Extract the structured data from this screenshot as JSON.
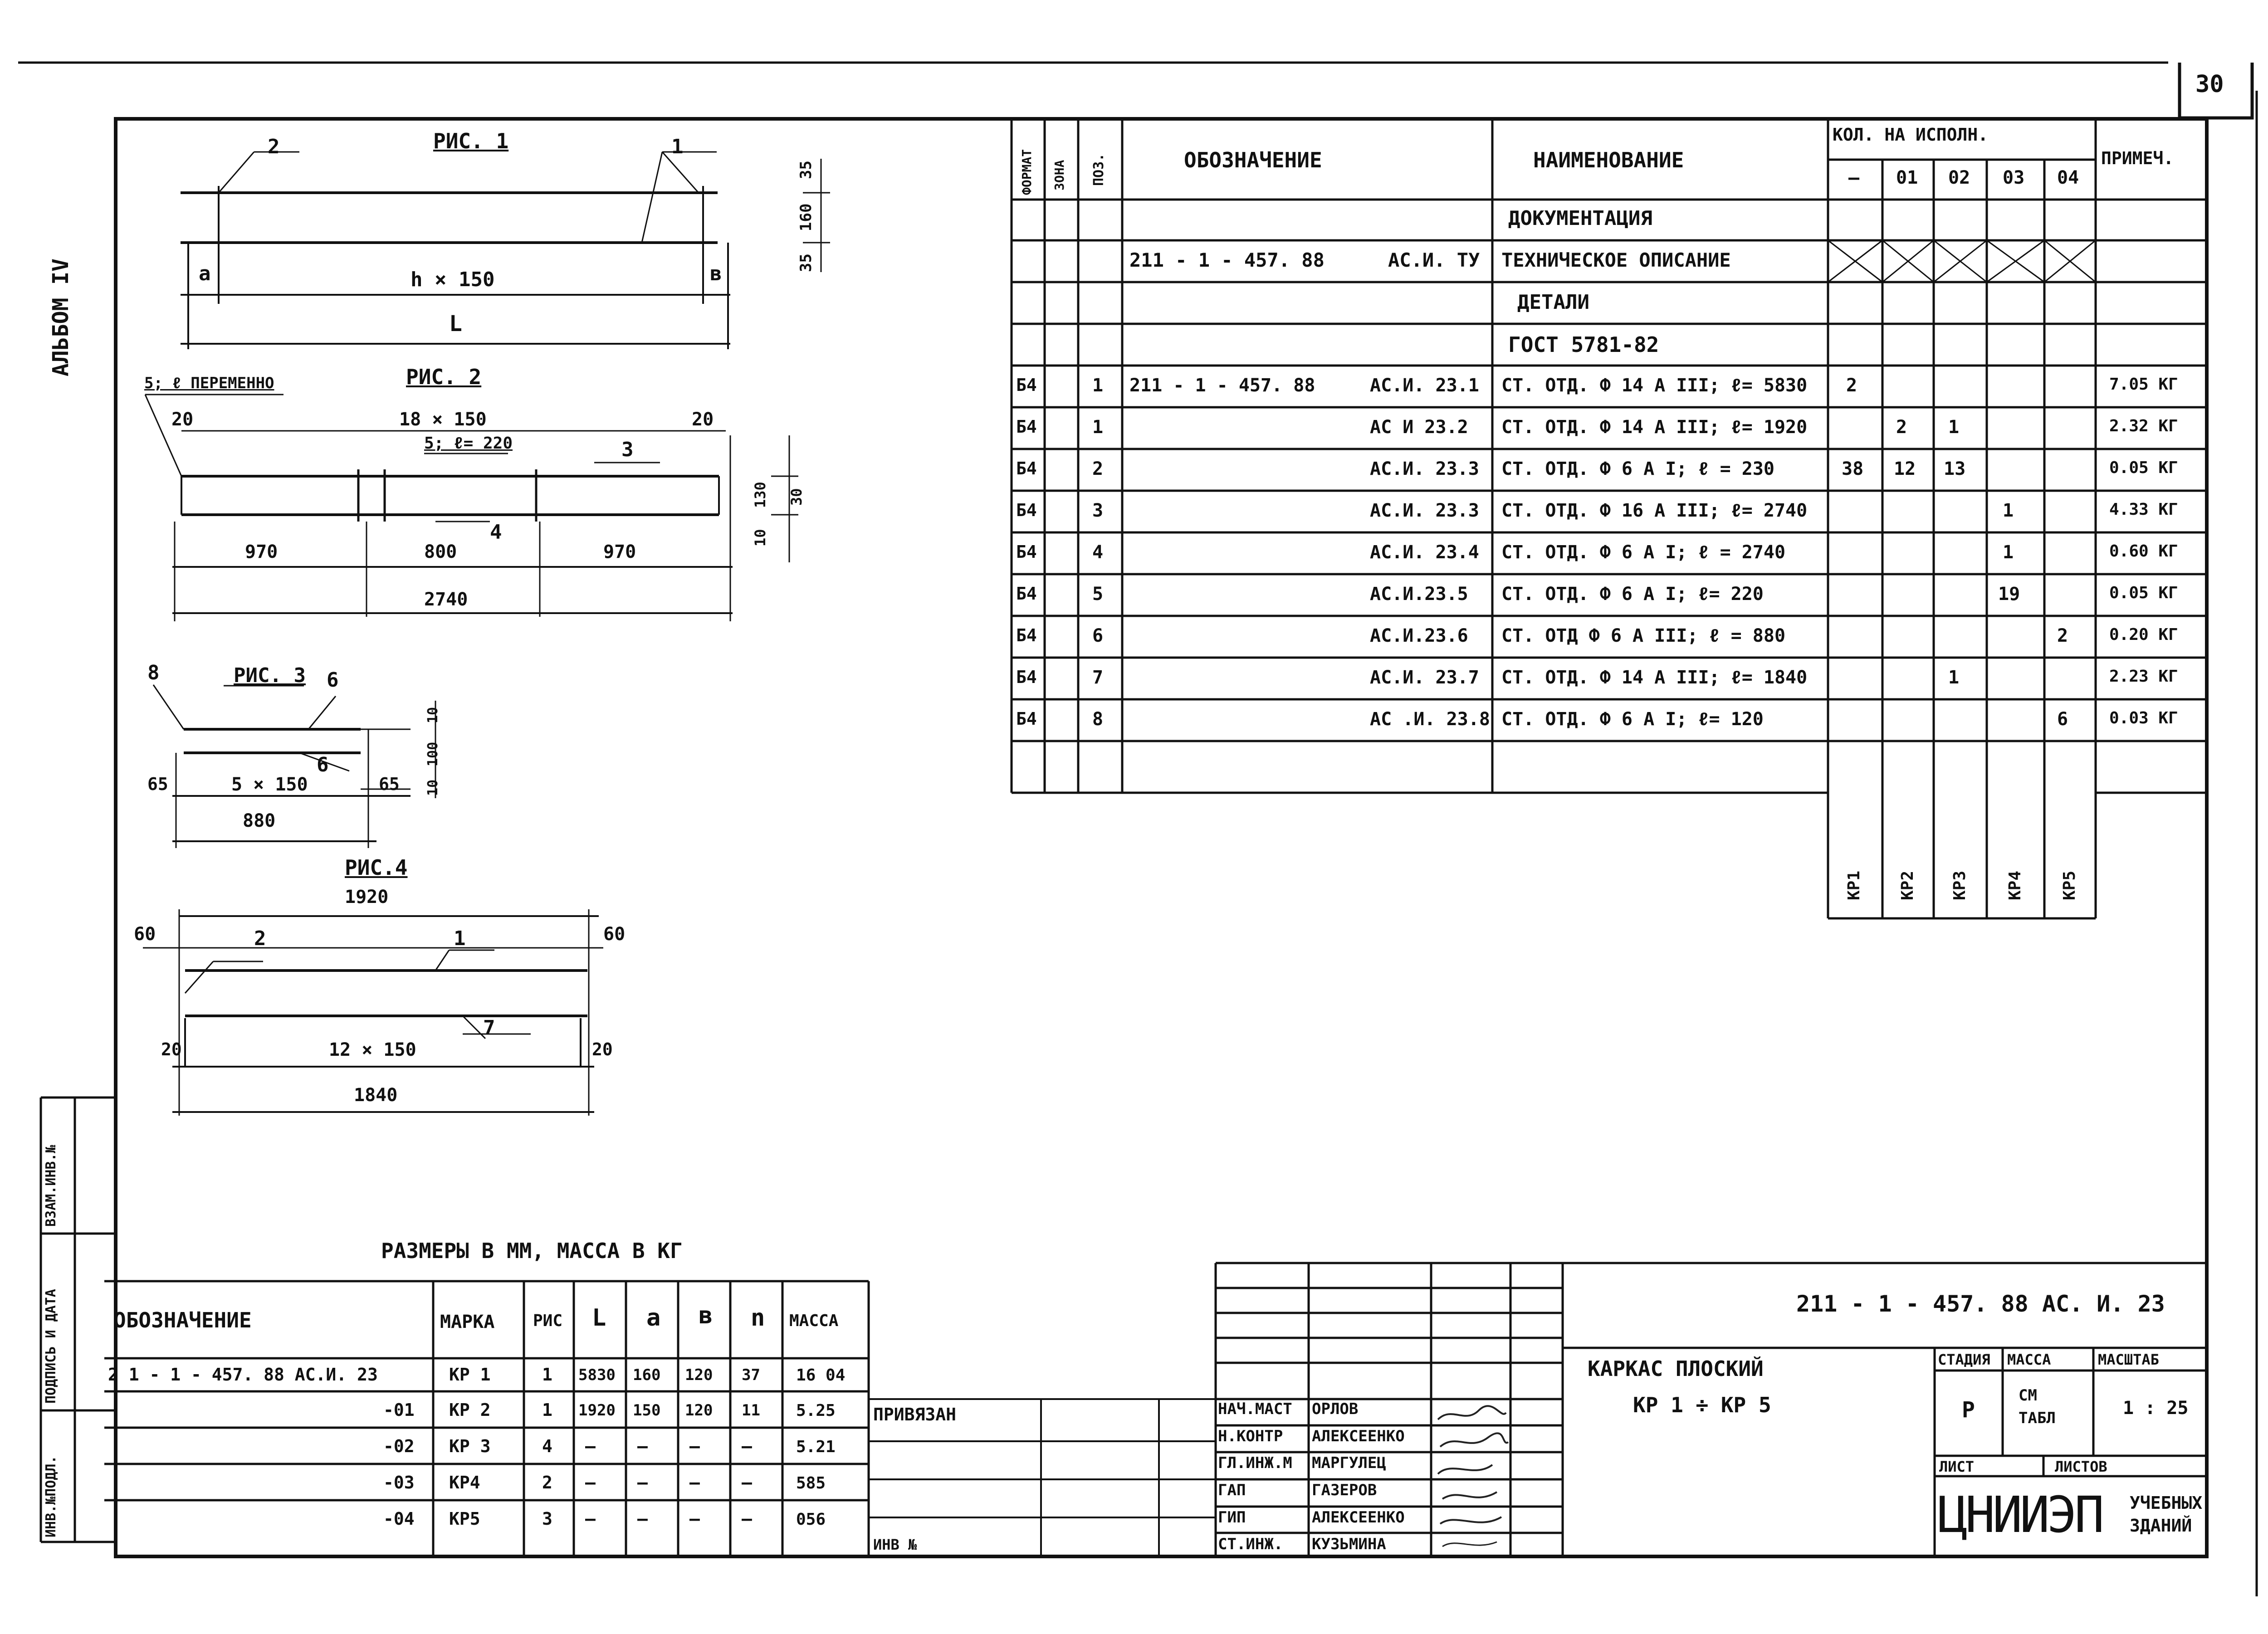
{
  "sheet": {
    "number": "30",
    "album": "АЛЬБОМ IV"
  },
  "figures": {
    "fig1": {
      "title": "РИС. 1",
      "pos_left": "2",
      "pos_right": "1",
      "left": "а",
      "right": "в",
      "span": "h × 150",
      "total": "L",
      "dim_top": "35",
      "dim_mid": "160",
      "dim_bot": "35"
    },
    "fig2": {
      "title": "РИС. 2",
      "note": "5; ℓ ПЕРЕМЕННО",
      "inner_note": "5; ℓ= 220",
      "step": "18 × 150",
      "d_left": "20",
      "d_right": "20",
      "pos_top": "3",
      "pos_bot": "4",
      "s1": "970",
      "s2": "800",
      "s3": "970",
      "total": "2740",
      "h1": "130",
      "h2": "30",
      "h3": "10"
    },
    "fig3": {
      "title": "РИС. 3",
      "pos_left": "8",
      "pos_right": "6",
      "pos_in": "6",
      "s_left": "65",
      "span": "5 × 150",
      "s_right": "65",
      "total": "880",
      "h1": "10",
      "h2": "100",
      "h3": "10"
    },
    "fig4": {
      "title": "РИС.4",
      "top_total": "1920",
      "d_left": "60",
      "d_right": "60",
      "pos_a": "2",
      "pos_b": "1",
      "pos_c": "7",
      "b_left": "20",
      "span": "12 × 150",
      "b_right": "20",
      "total": "1840"
    }
  },
  "spec": {
    "headers": {
      "format": "ФОРМАТ",
      "zone": "ЗОНА",
      "pos": "ПОЗ.",
      "designation": "ОБОЗНАЧЕНИЕ",
      "name": "НАИМЕНОВАНИЕ",
      "qty": "КОЛ. НА ИСПОЛН.",
      "notes": "ПРИМЕЧ.",
      "var0": "—",
      "var1": "01",
      "var2": "02",
      "var3": "03",
      "var4": "04"
    },
    "doc_section": "ДОКУМЕНТАЦИЯ",
    "doc_row": {
      "designation": "211 - 1 - 457. 88",
      "code": "АС.И. ТУ",
      "name": "ТЕХНИЧЕСКОЕ ОПИСАНИЕ"
    },
    "details_section": "ДЕТАЛИ",
    "gost": "ГОСТ 5781-82",
    "rows": [
      {
        "fmt": "Б4",
        "pos": "1",
        "des": "211 - 1 - 457. 88",
        "code": "АС.И. 23.1",
        "name": "СТ. ОТД. Ф 14 А III; ℓ= 5830",
        "q0": "2",
        "q1": "",
        "q2": "",
        "q3": "",
        "q4": "",
        "mass": "7.05 КГ"
      },
      {
        "fmt": "Б4",
        "pos": "1",
        "des": "",
        "code": "АС И 23.2",
        "name": "СТ. ОТД. Ф 14 А III; ℓ= 1920",
        "q0": "",
        "q1": "2",
        "q2": "1",
        "q3": "",
        "q4": "",
        "mass": "2.32 КГ"
      },
      {
        "fmt": "Б4",
        "pos": "2",
        "des": "",
        "code": "АС.И. 23.3",
        "name": "СТ. ОТД. Ф 6 А I; ℓ = 230",
        "q0": "38",
        "q1": "12",
        "q2": "13",
        "q3": "",
        "q4": "",
        "mass": "0.05 КГ"
      },
      {
        "fmt": "Б4",
        "pos": "3",
        "des": "",
        "code": "АС.И. 23.3",
        "name": "СТ. ОТД. Ф 16 А III; ℓ= 2740",
        "q0": "",
        "q1": "",
        "q2": "",
        "q3": "1",
        "q4": "",
        "mass": "4.33 КГ"
      },
      {
        "fmt": "Б4",
        "pos": "4",
        "des": "",
        "code": "АС.И. 23.4",
        "name": "СТ. ОТД. Ф 6 А I; ℓ = 2740",
        "q0": "",
        "q1": "",
        "q2": "",
        "q3": "1",
        "q4": "",
        "mass": "0.60 КГ"
      },
      {
        "fmt": "Б4",
        "pos": "5",
        "des": "",
        "code": "АС.И.23.5",
        "name": "СТ. ОТД. Ф 6 А I; ℓ= 220",
        "q0": "",
        "q1": "",
        "q2": "",
        "q3": "19",
        "q4": "",
        "mass": "0.05 КГ"
      },
      {
        "fmt": "Б4",
        "pos": "6",
        "des": "",
        "code": "АС.И.23.6",
        "name": "СТ. ОТД Ф 6 А III; ℓ = 880",
        "q0": "",
        "q1": "",
        "q2": "",
        "q3": "",
        "q4": "2",
        "mass": "0.20 КГ"
      },
      {
        "fmt": "Б4",
        "pos": "7",
        "des": "",
        "code": "АС.И. 23.7",
        "name": "СТ. ОТД. Ф 14 А III; ℓ= 1840",
        "q0": "",
        "q1": "",
        "q2": "1",
        "q3": "",
        "q4": "",
        "mass": "2.23 КГ"
      },
      {
        "fmt": "Б4",
        "pos": "8",
        "des": "",
        "code": "АС .И. 23.8",
        "name": "СТ. ОТД. Ф 6 А I; ℓ= 120",
        "q0": "",
        "q1": "",
        "q2": "",
        "q3": "",
        "q4": "6",
        "mass": "0.03 КГ"
      }
    ],
    "marks": [
      "КР1",
      "КР2",
      "КР3",
      "КР4",
      "КР5"
    ]
  },
  "caption": "РАЗМЕРЫ   В ММ, МАССА   В КГ",
  "marks_table": {
    "headers": {
      "des": "ОБОЗНАЧЕНИЕ",
      "mark": "МАРКА",
      "fig": "РИС",
      "L": "L",
      "a": "а",
      "b": "в",
      "n": "n",
      "mass": "МАССА"
    },
    "rows": [
      {
        "des": "2 1 - 1 - 457. 88   АС.И. 23",
        "mark": "КР 1",
        "fig": "1",
        "L": "5830",
        "a": "160",
        "b": "120",
        "n": "37",
        "mass": "16 04"
      },
      {
        "des": "-01",
        "mark": "КР 2",
        "fig": "1",
        "L": "1920",
        "a": "150",
        "b": "120",
        "n": "11",
        "mass": "5.25"
      },
      {
        "des": "-02",
        "mark": "КР 3",
        "fig": "4",
        "L": "—",
        "a": "—",
        "b": "—",
        "n": "—",
        "mass": "5.21"
      },
      {
        "des": "-03",
        "mark": "КР4",
        "fig": "2",
        "L": "—",
        "a": "—",
        "b": "—",
        "n": "—",
        "mass": "585"
      },
      {
        "des": "-04",
        "mark": "КР5",
        "fig": "3",
        "L": "—",
        "a": "—",
        "b": "—",
        "n": "—",
        "mass": "056"
      }
    ]
  },
  "left_strip": {
    "exchange": "ВЗАМ.ИНВ.№",
    "sign": "ПОДПИСЬ И ДАТА",
    "inv": "ИНВ.№ПОДЛ."
  },
  "bound": {
    "label": "ПРИВЯЗАН",
    "inv": "ИНВ №"
  },
  "title_block": {
    "code": "211 - 1 - 457. 88    АС. И. 23",
    "title1": "КАРКАС   ПЛОСКИЙ",
    "title2": "КР 1  ÷  КР 5",
    "stage_label": "СТАДИЯ",
    "mass_label": "МАССА",
    "scale_label": "МАСШТАБ",
    "stage": "Р",
    "mass1": "СМ",
    "mass2": "ТАБЛ",
    "scale": "1 : 25",
    "sheet_label": "ЛИСТ",
    "sheets_label": "ЛИСТОВ",
    "org": "ЦНИИЭП",
    "org2": "УЧЕБНЫХ",
    "org3": "ЗДАНИЙ",
    "people": [
      {
        "role": "НАЧ.МАСТ",
        "name": "ОРЛОВ"
      },
      {
        "role": "Н.КОНТР",
        "name": "АЛЕКСЕЕНКО"
      },
      {
        "role": "ГЛ.ИНЖ.М",
        "name": "МАРГУЛЕЦ"
      },
      {
        "role": "ГАП",
        "name": "ГАЗЕРОВ"
      },
      {
        "role": "ГИП",
        "name": "АЛЕКСЕЕНКО"
      },
      {
        "role": "СТ.ИНЖ.",
        "name": "КУЗЬМИНА"
      }
    ]
  }
}
